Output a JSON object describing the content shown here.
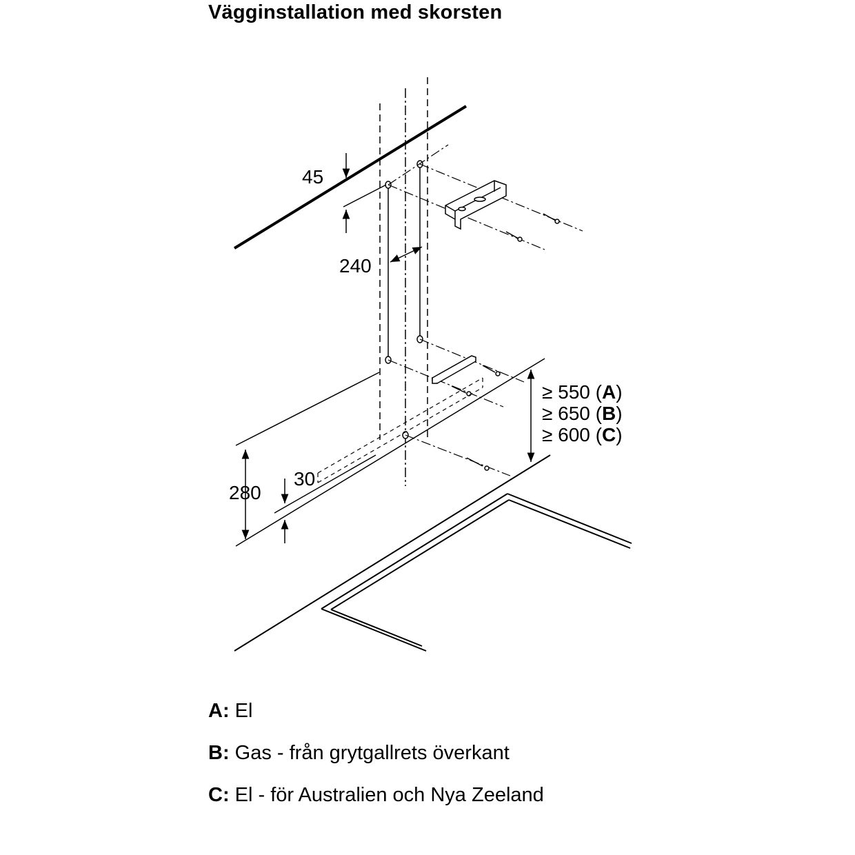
{
  "title": "Vägginstallation med skorsten",
  "dimensions": {
    "d45": "45",
    "d240": "240",
    "d30": "30",
    "d280": "280",
    "h550": "≥ 550 (",
    "h550_key": "A",
    "h650": "≥ 650 (",
    "h650_key": "B",
    "h600": "≥ 600 (",
    "h600_key": "C",
    "close_paren": ")"
  },
  "legend": [
    {
      "key": "A:",
      "text": "El"
    },
    {
      "key": "B:",
      "text": "Gas - från grytgallrets överkant"
    },
    {
      "key": "C:",
      "text": "El - för Australien och Nya Zeeland"
    }
  ]
}
